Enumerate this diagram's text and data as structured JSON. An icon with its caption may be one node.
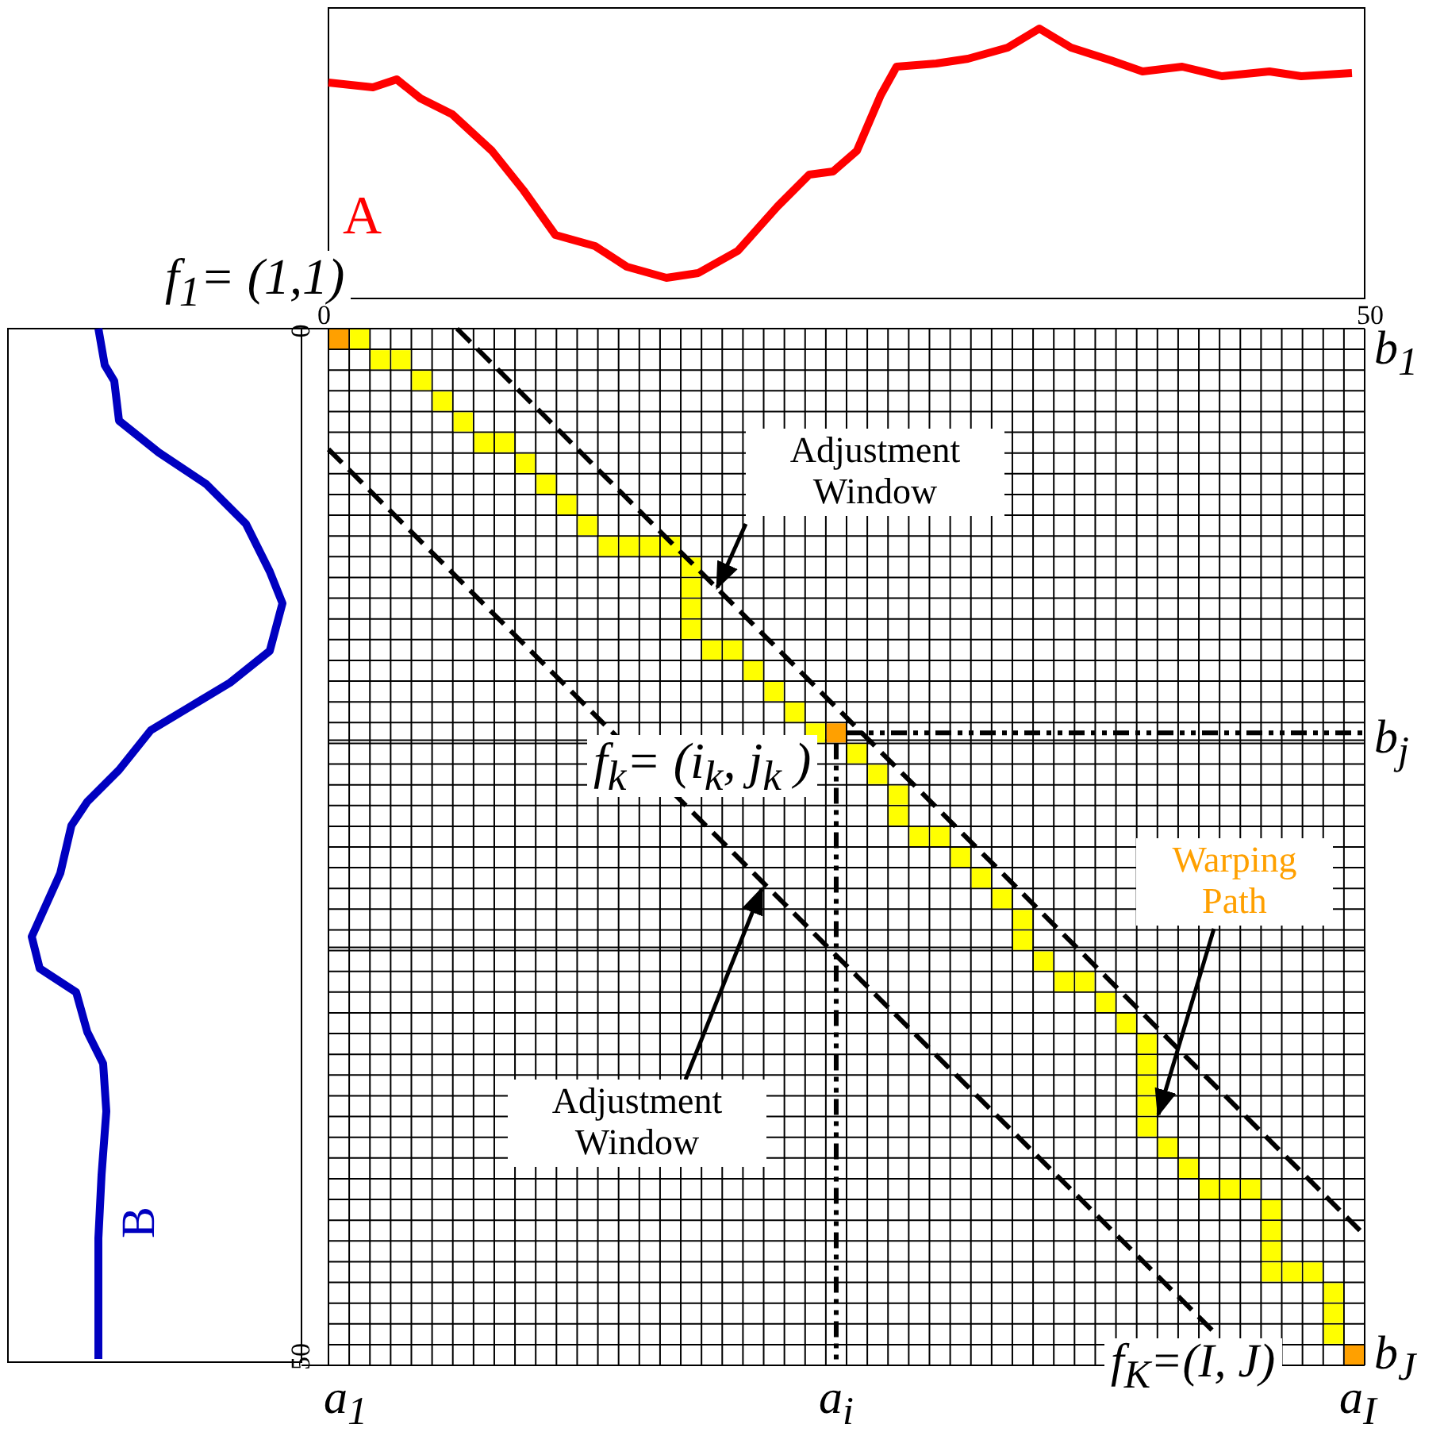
{
  "diagram": {
    "nodes": [
      {
        "text": [
          "Adjustment Window"
        ]
      },
      {
        "text": [
          "Adjustment Window"
        ]
      },
      {
        "text": [
          "Warping Path"
        ]
      }
    ],
    "edges": [
      {
        "from": 0,
        "to": null,
        "arrow": "to"
      },
      {
        "from": 1,
        "to": null,
        "arrow": "to"
      },
      {
        "from": 2,
        "to": null,
        "arrow": "to"
      }
    ],
    "labels": [
      "A",
      "f$_{1}$= (1,1)",
      "0",
      "50",
      "b$_{1}$",
      "0",
      "f$_{k}$= (i$_{k}$, j$_{k}$ )",
      "b$_{j}$",
      "B",
      "50",
      "f$_{K}$=(I, J)",
      "b$_{J}$",
      "a$_{1}$",
      "a$_{i}$",
      "a$_{I}$"
    ]
  }
}
